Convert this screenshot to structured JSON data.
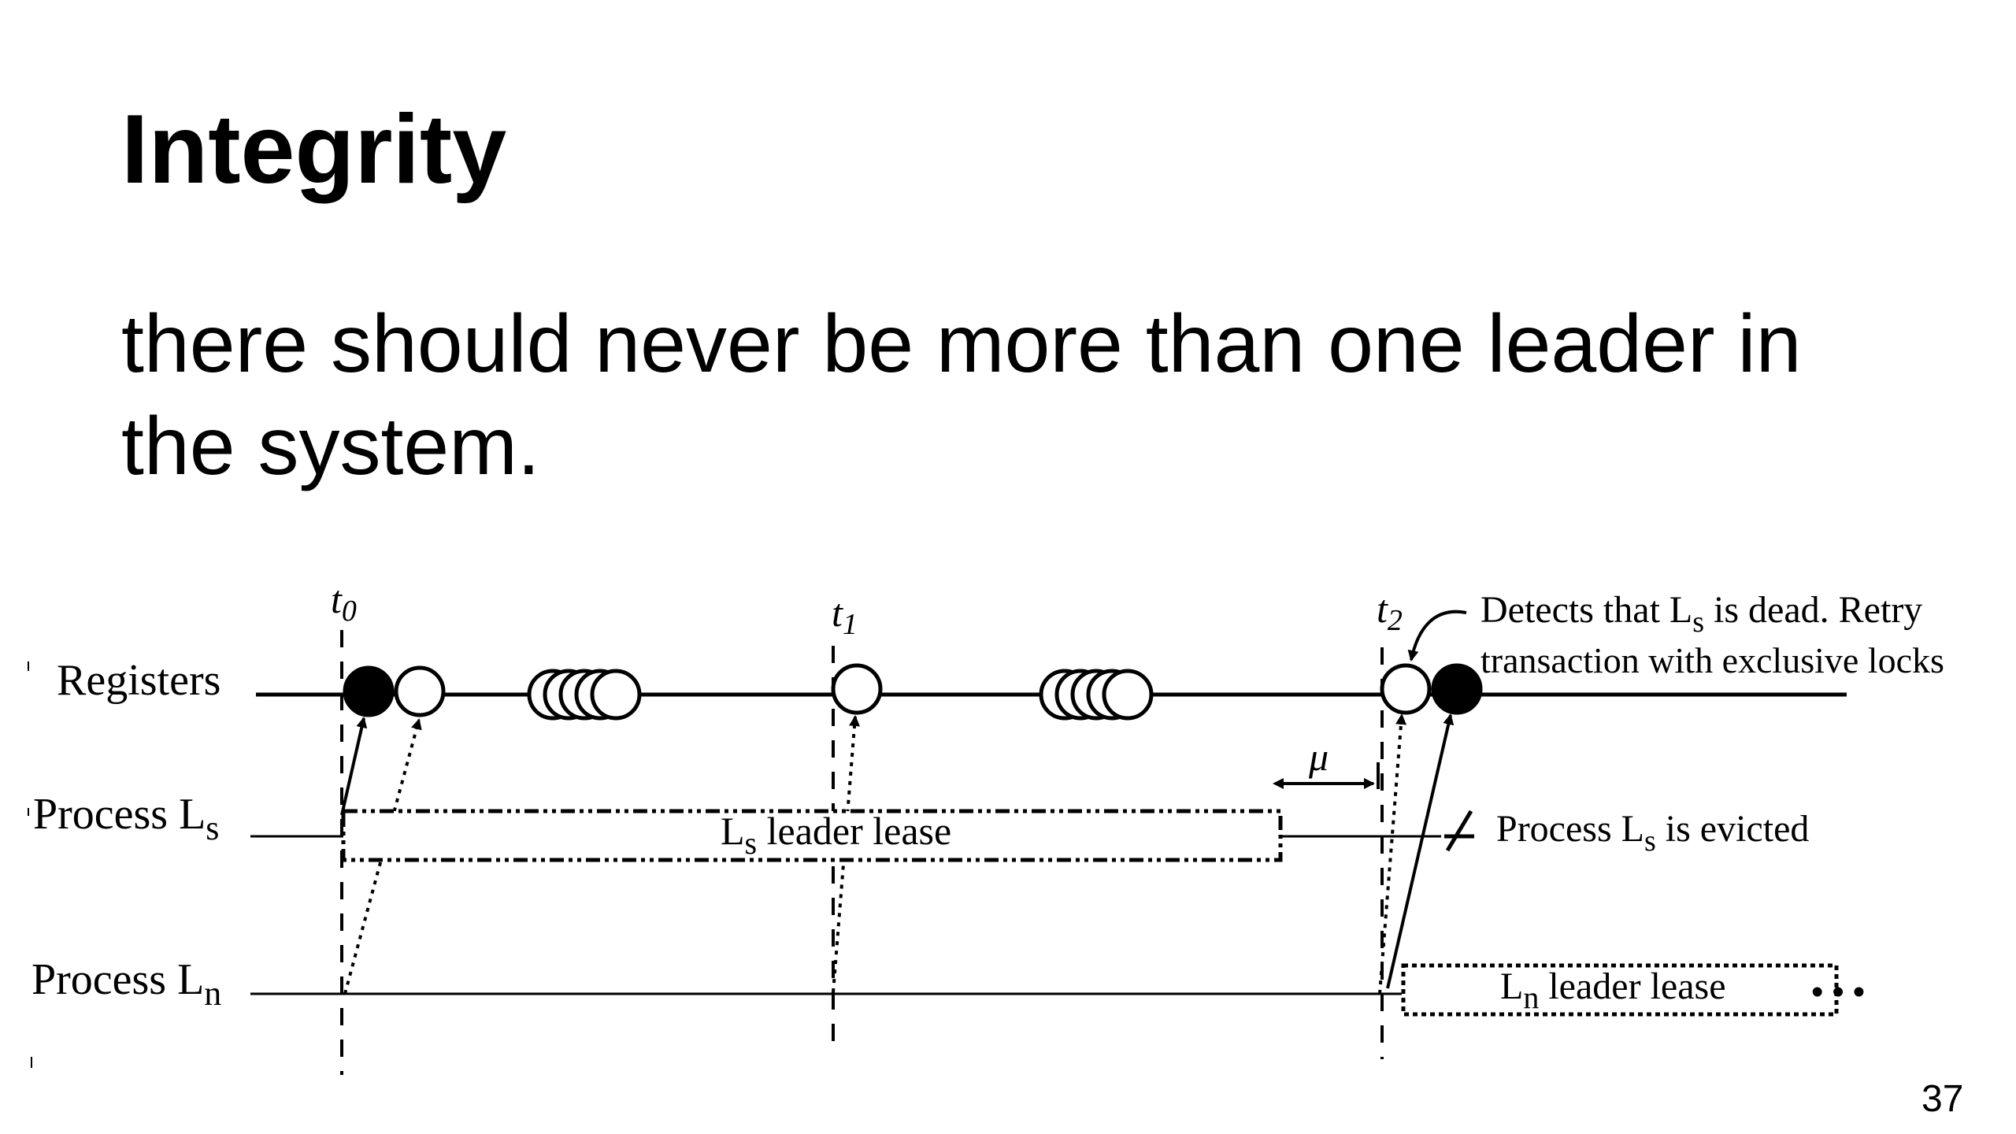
{
  "slide": {
    "title": "Integrity",
    "body": "there should never be more than one leader in the system.",
    "page_number": "37"
  },
  "diagram": {
    "time_labels": [
      {
        "base": "t",
        "sub": "0"
      },
      {
        "base": "t",
        "sub": "1"
      },
      {
        "base": "t",
        "sub": "2"
      }
    ],
    "rows": {
      "registers": {
        "label": "Registers"
      },
      "process_s": {
        "base": "Process L",
        "sub": "s"
      },
      "process_n": {
        "base": "Process L",
        "sub": "n"
      }
    },
    "mu": "μ",
    "lease_s": {
      "base": "L",
      "sub": "s",
      "rest": " leader lease"
    },
    "lease_n": {
      "base": "L",
      "sub": "n",
      "rest": " leader lease"
    },
    "ellipsis": "• • •",
    "annotation_dead": {
      "line1_pre": "Detects that L",
      "line1_sub": "s",
      "line1_post": " is dead. Retry",
      "line2": "transaction with exclusive locks"
    },
    "annotation_evicted": {
      "pre": "Process L",
      "sub": "s",
      "post": " is evicted"
    }
  }
}
